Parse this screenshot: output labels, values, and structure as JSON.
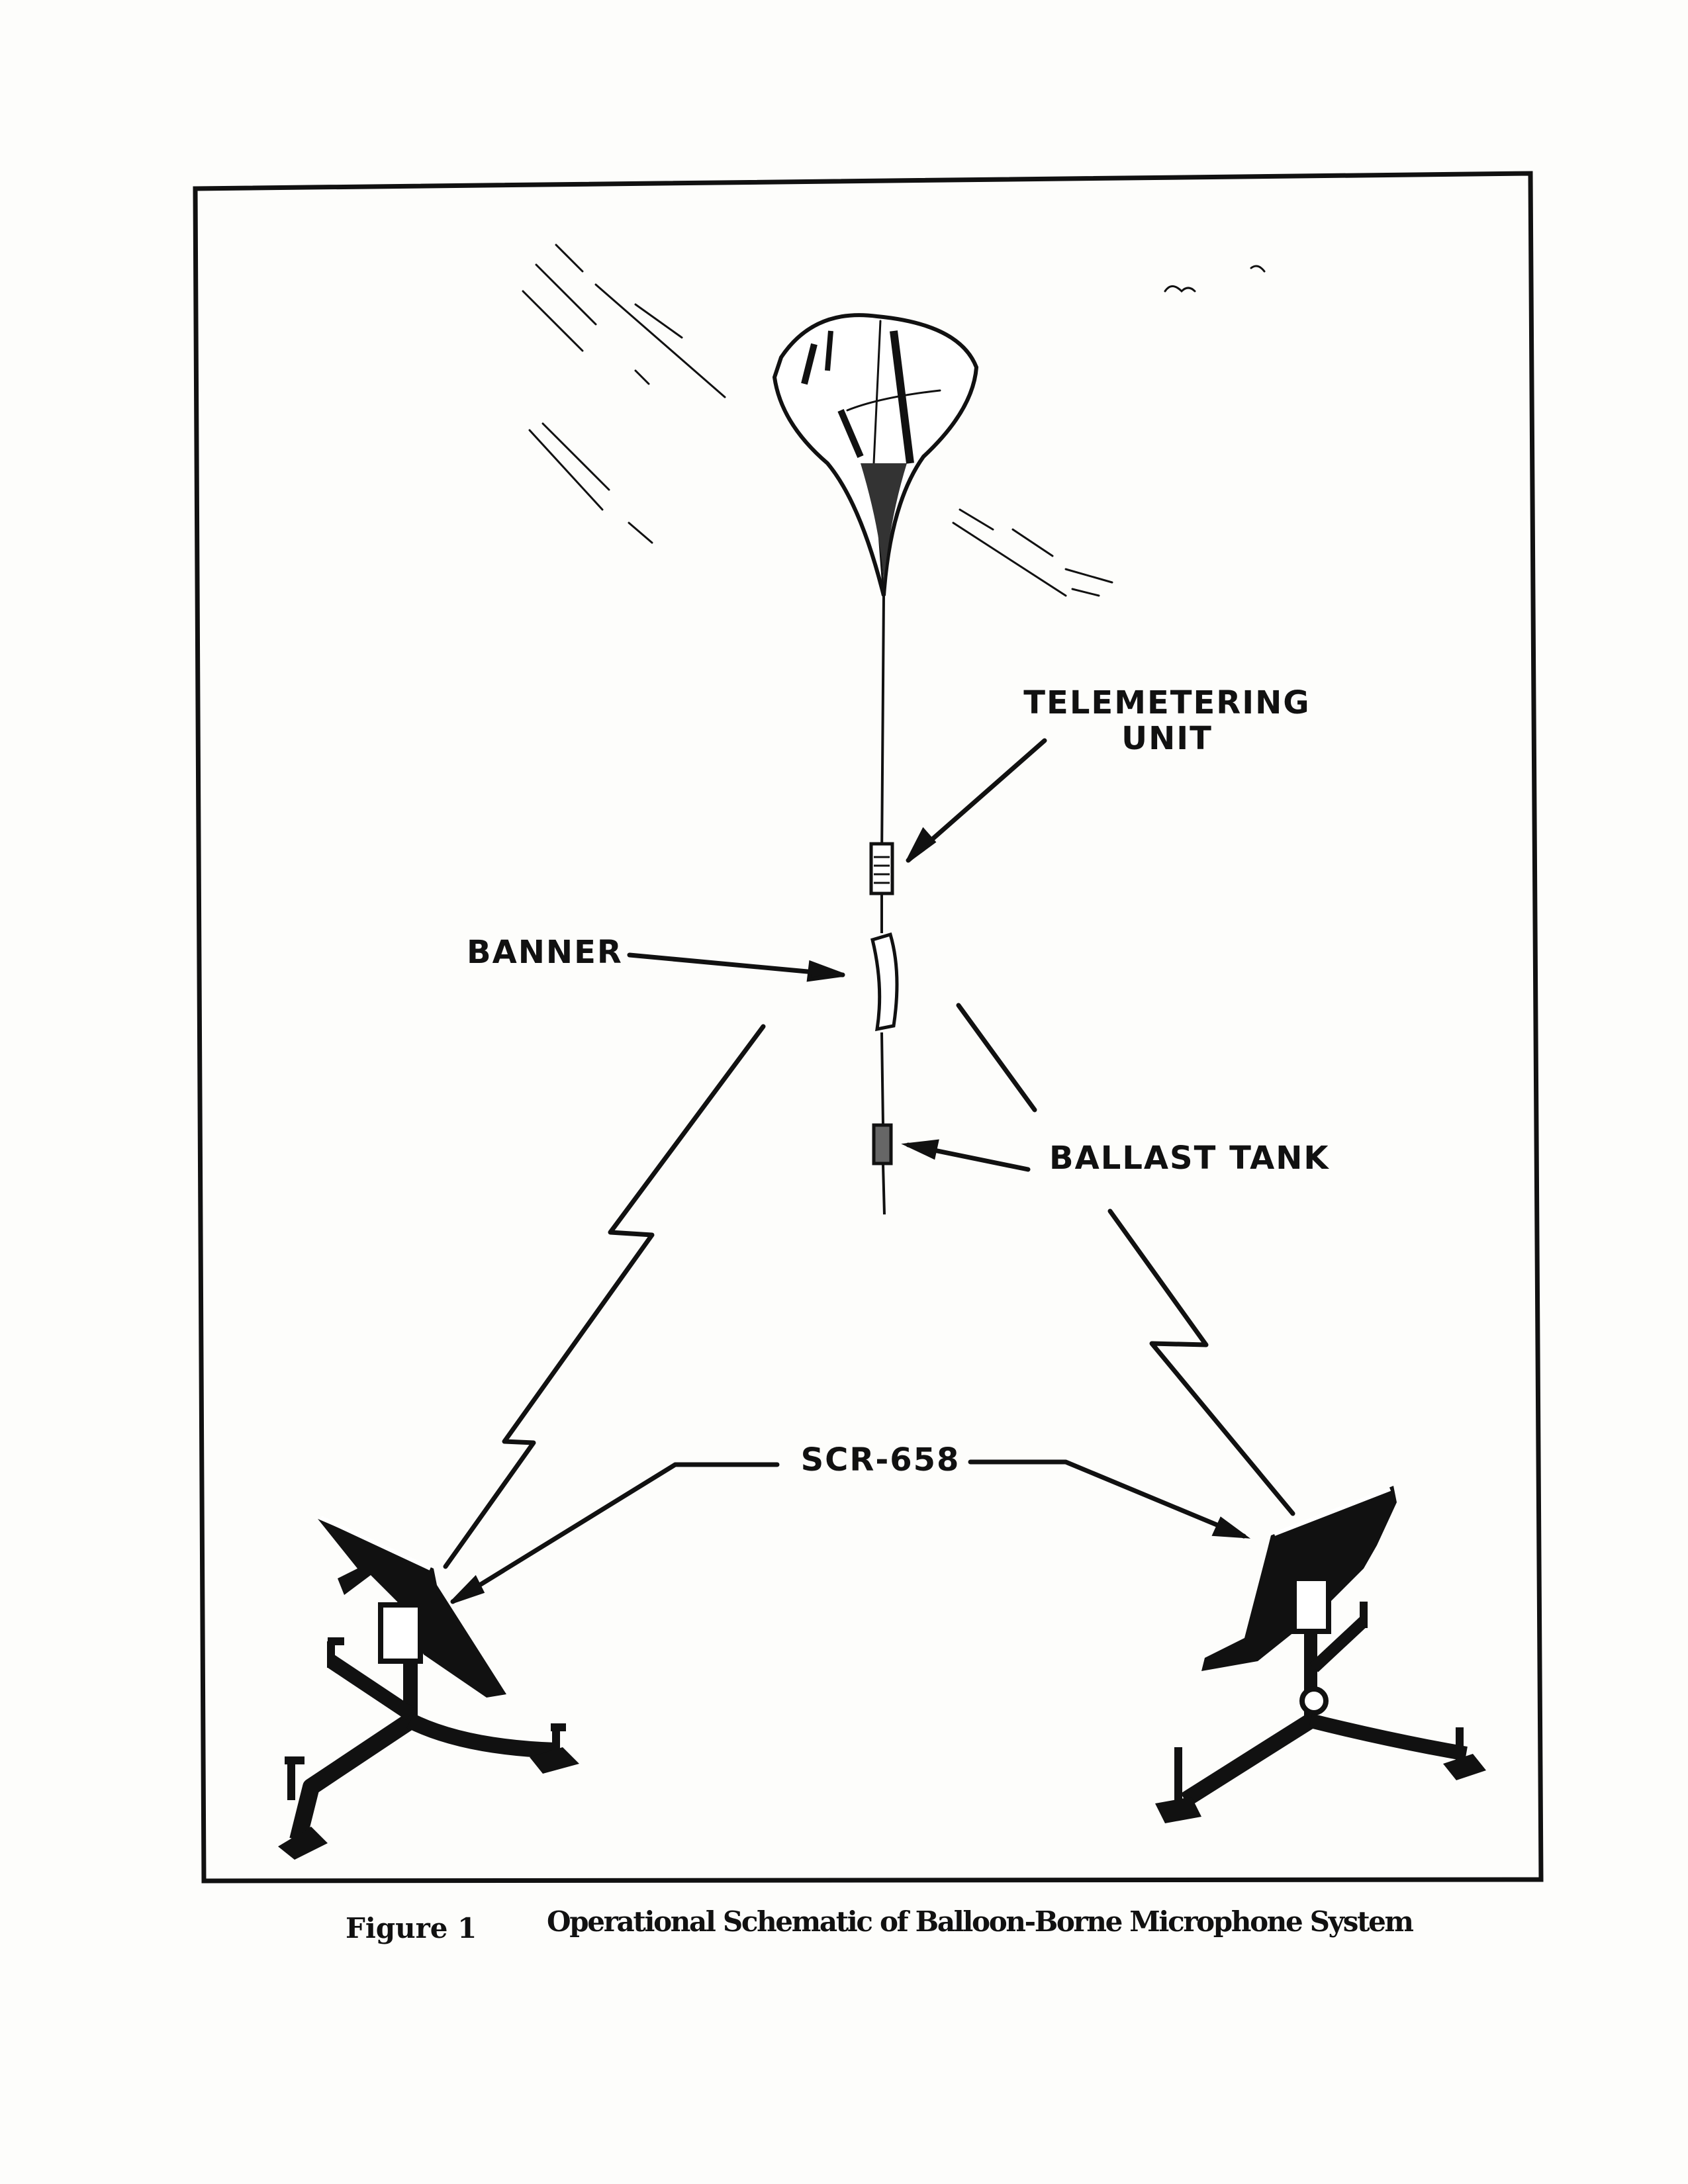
{
  "figure": {
    "labels": {
      "telemetering_line1": "TELEMETERING",
      "telemetering_line2": "UNIT",
      "banner": "BANNER",
      "ballast_tank": "BALLAST TANK",
      "scr": "SCR-658"
    },
    "caption": {
      "number": "Figure 1",
      "title": "Operational Schematic of Balloon-Borne Microphone System"
    }
  }
}
